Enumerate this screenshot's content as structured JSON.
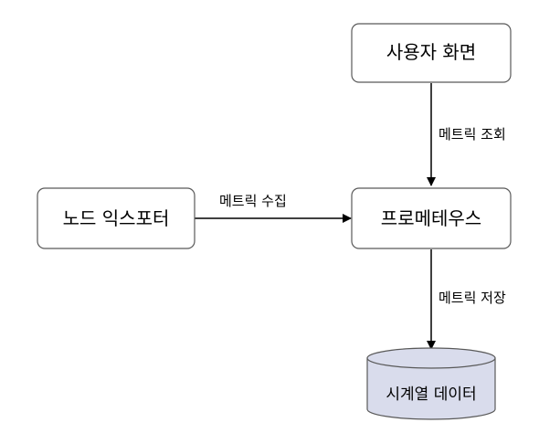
{
  "nodes": {
    "user_screen": "사용자 화면",
    "prometheus": "프로메테우스",
    "node_exporter": "노드 익스포터",
    "tsdb": "시계열 데이터"
  },
  "edges": {
    "query": "메트릭 조회",
    "collect": "메트릭 수집",
    "store": "메트릭 저장"
  },
  "colors": {
    "box_stroke": "#595959",
    "box_fill": "#ffffff",
    "db_fill": "#d9dcec",
    "line": "#000000"
  }
}
